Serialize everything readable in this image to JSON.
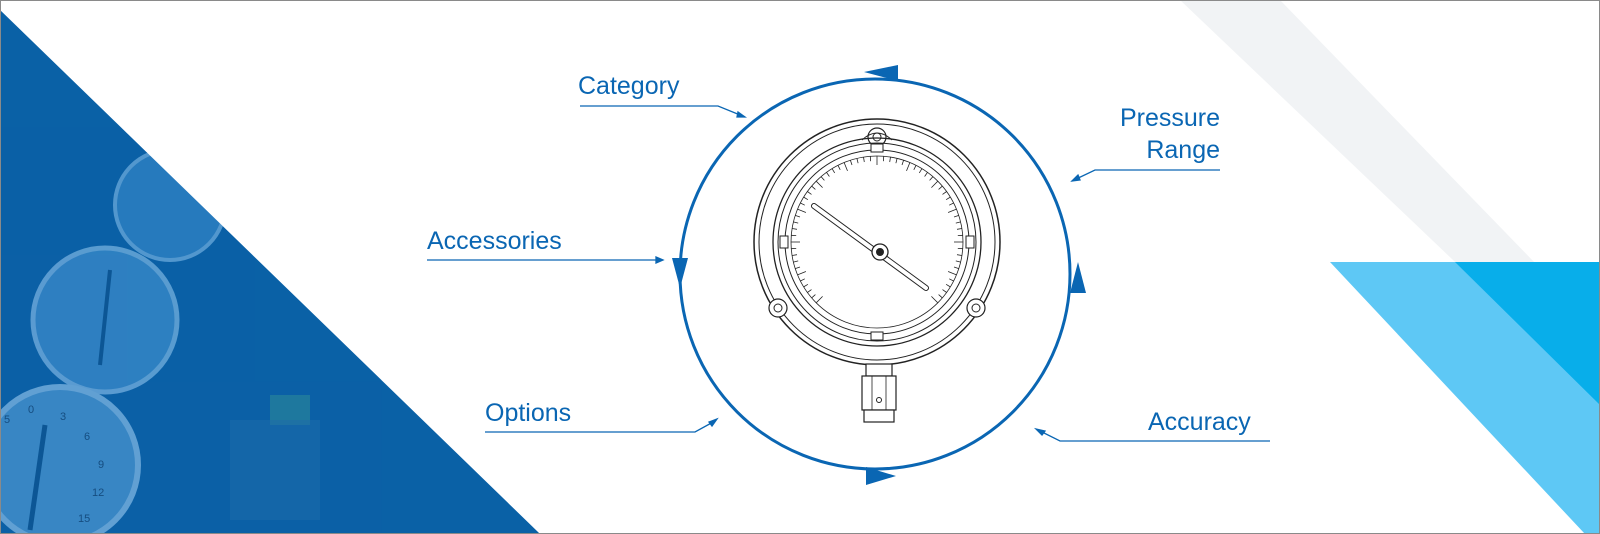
{
  "colors": {
    "accent": "#0a66b3",
    "panel_dark": "#0b66b0",
    "panel_light": "#5ec8f5",
    "panel_bright": "#08aeea"
  },
  "labels": {
    "category": "Category",
    "pressure_line1": "Pressure",
    "pressure_line2": "Range",
    "accessories": "Accessories",
    "options": "Options",
    "accuracy": "Accuracy"
  },
  "background_gauge_numbers": [
    "5",
    "0",
    "3",
    "6",
    "9",
    "12",
    "15"
  ]
}
